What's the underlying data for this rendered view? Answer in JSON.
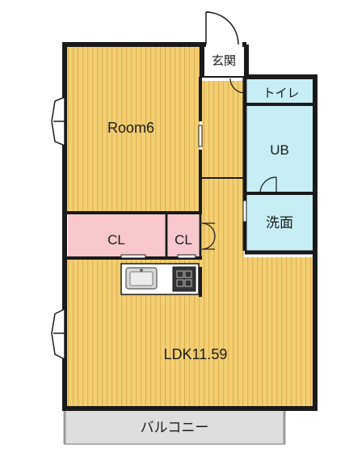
{
  "rooms": {
    "room6": "Room6",
    "ldk": "LDK11.59",
    "cl_large": "CL",
    "cl_small": "CL",
    "ub": "UB",
    "washroom": "洗面",
    "toilet": "トイレ",
    "entrance": "玄関",
    "balcony": "バルコニー"
  },
  "colors": {
    "wood_floor": "#f2cf73",
    "wood_stripe": "#e2b14f",
    "closet": "#f8c8cc",
    "wet_area": "#c7eef5",
    "balcony": "#dedede",
    "wall": "#1a1a1a"
  },
  "icons": [
    "sink-icon",
    "stove-icon",
    "window-icon",
    "door-swing-icon"
  ]
}
